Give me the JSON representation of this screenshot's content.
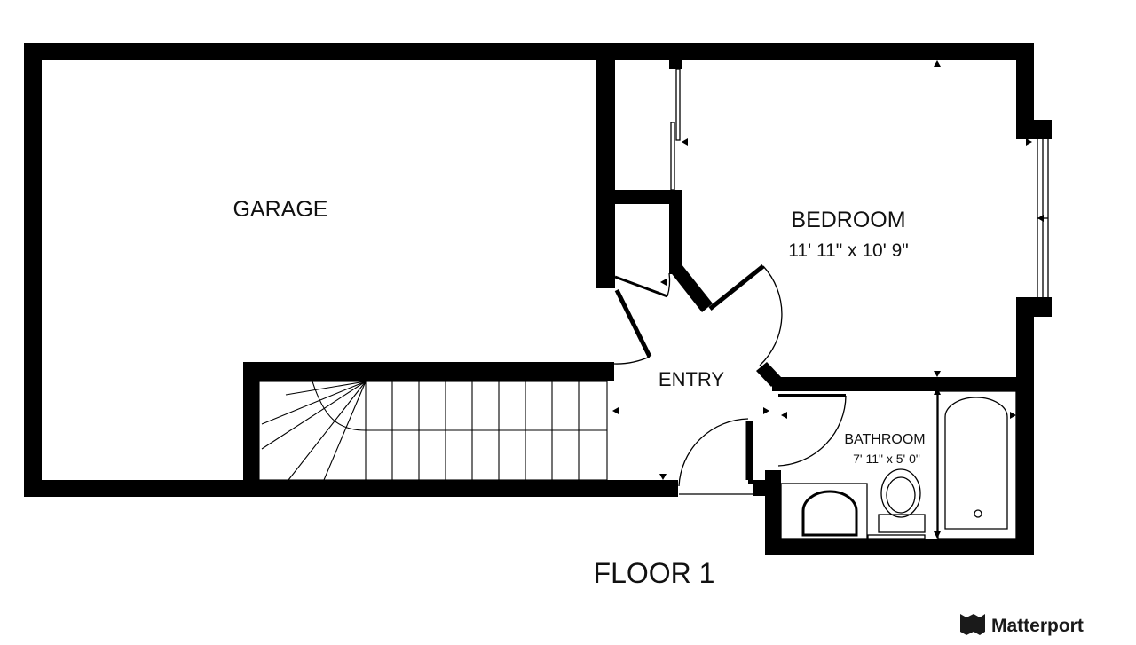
{
  "rooms": {
    "garage": {
      "name": "GARAGE"
    },
    "bedroom": {
      "name": "BEDROOM",
      "dimensions": "11' 11\" x 10' 9\""
    },
    "entry": {
      "name": "ENTRY"
    },
    "bathroom": {
      "name": "BATHROOM",
      "dimensions": "7' 11\" x 5' 0\""
    }
  },
  "floor_label": "FLOOR 1",
  "brand": {
    "name": "Matterport",
    "icon": "matterport-logo-icon"
  },
  "colors": {
    "wall": "#000000",
    "background": "#ffffff"
  }
}
